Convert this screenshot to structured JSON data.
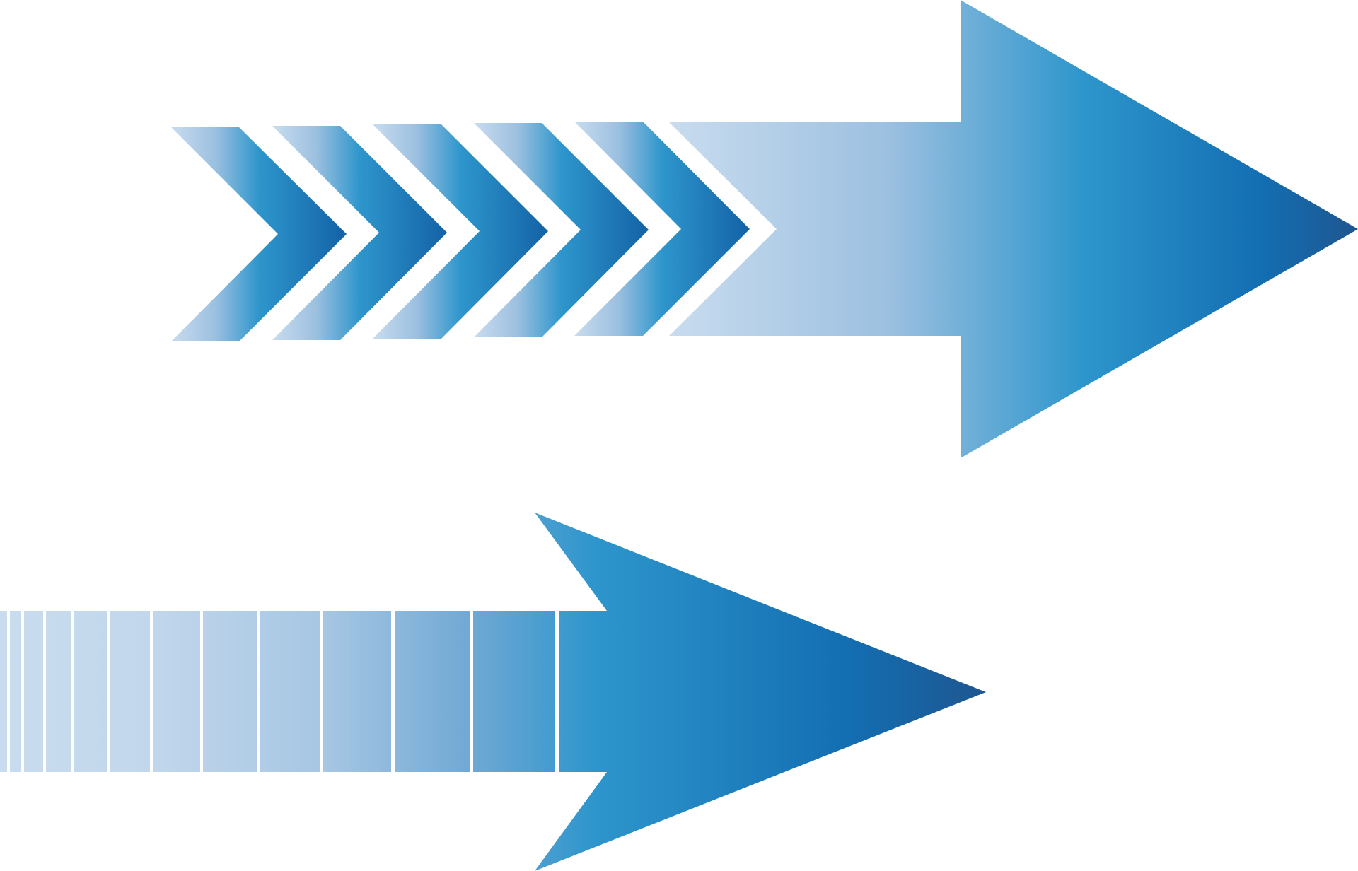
{
  "illustration": {
    "subject": "two-arrows-illustration",
    "colors": {
      "background": "#ffffff",
      "gradient_light": "#c9dcef",
      "gradient_mid": "#9cc0e0",
      "gradient_cyan": "#2e96cc",
      "gradient_blue": "#136eb2",
      "gradient_dark": "#1e5690",
      "separator": "#ffffff"
    },
    "top_arrow": {
      "name": "chevron-arrow",
      "chevron_count": 5
    },
    "bottom_arrow": {
      "name": "striped-tail-arrow",
      "stripe_count": 13
    }
  }
}
